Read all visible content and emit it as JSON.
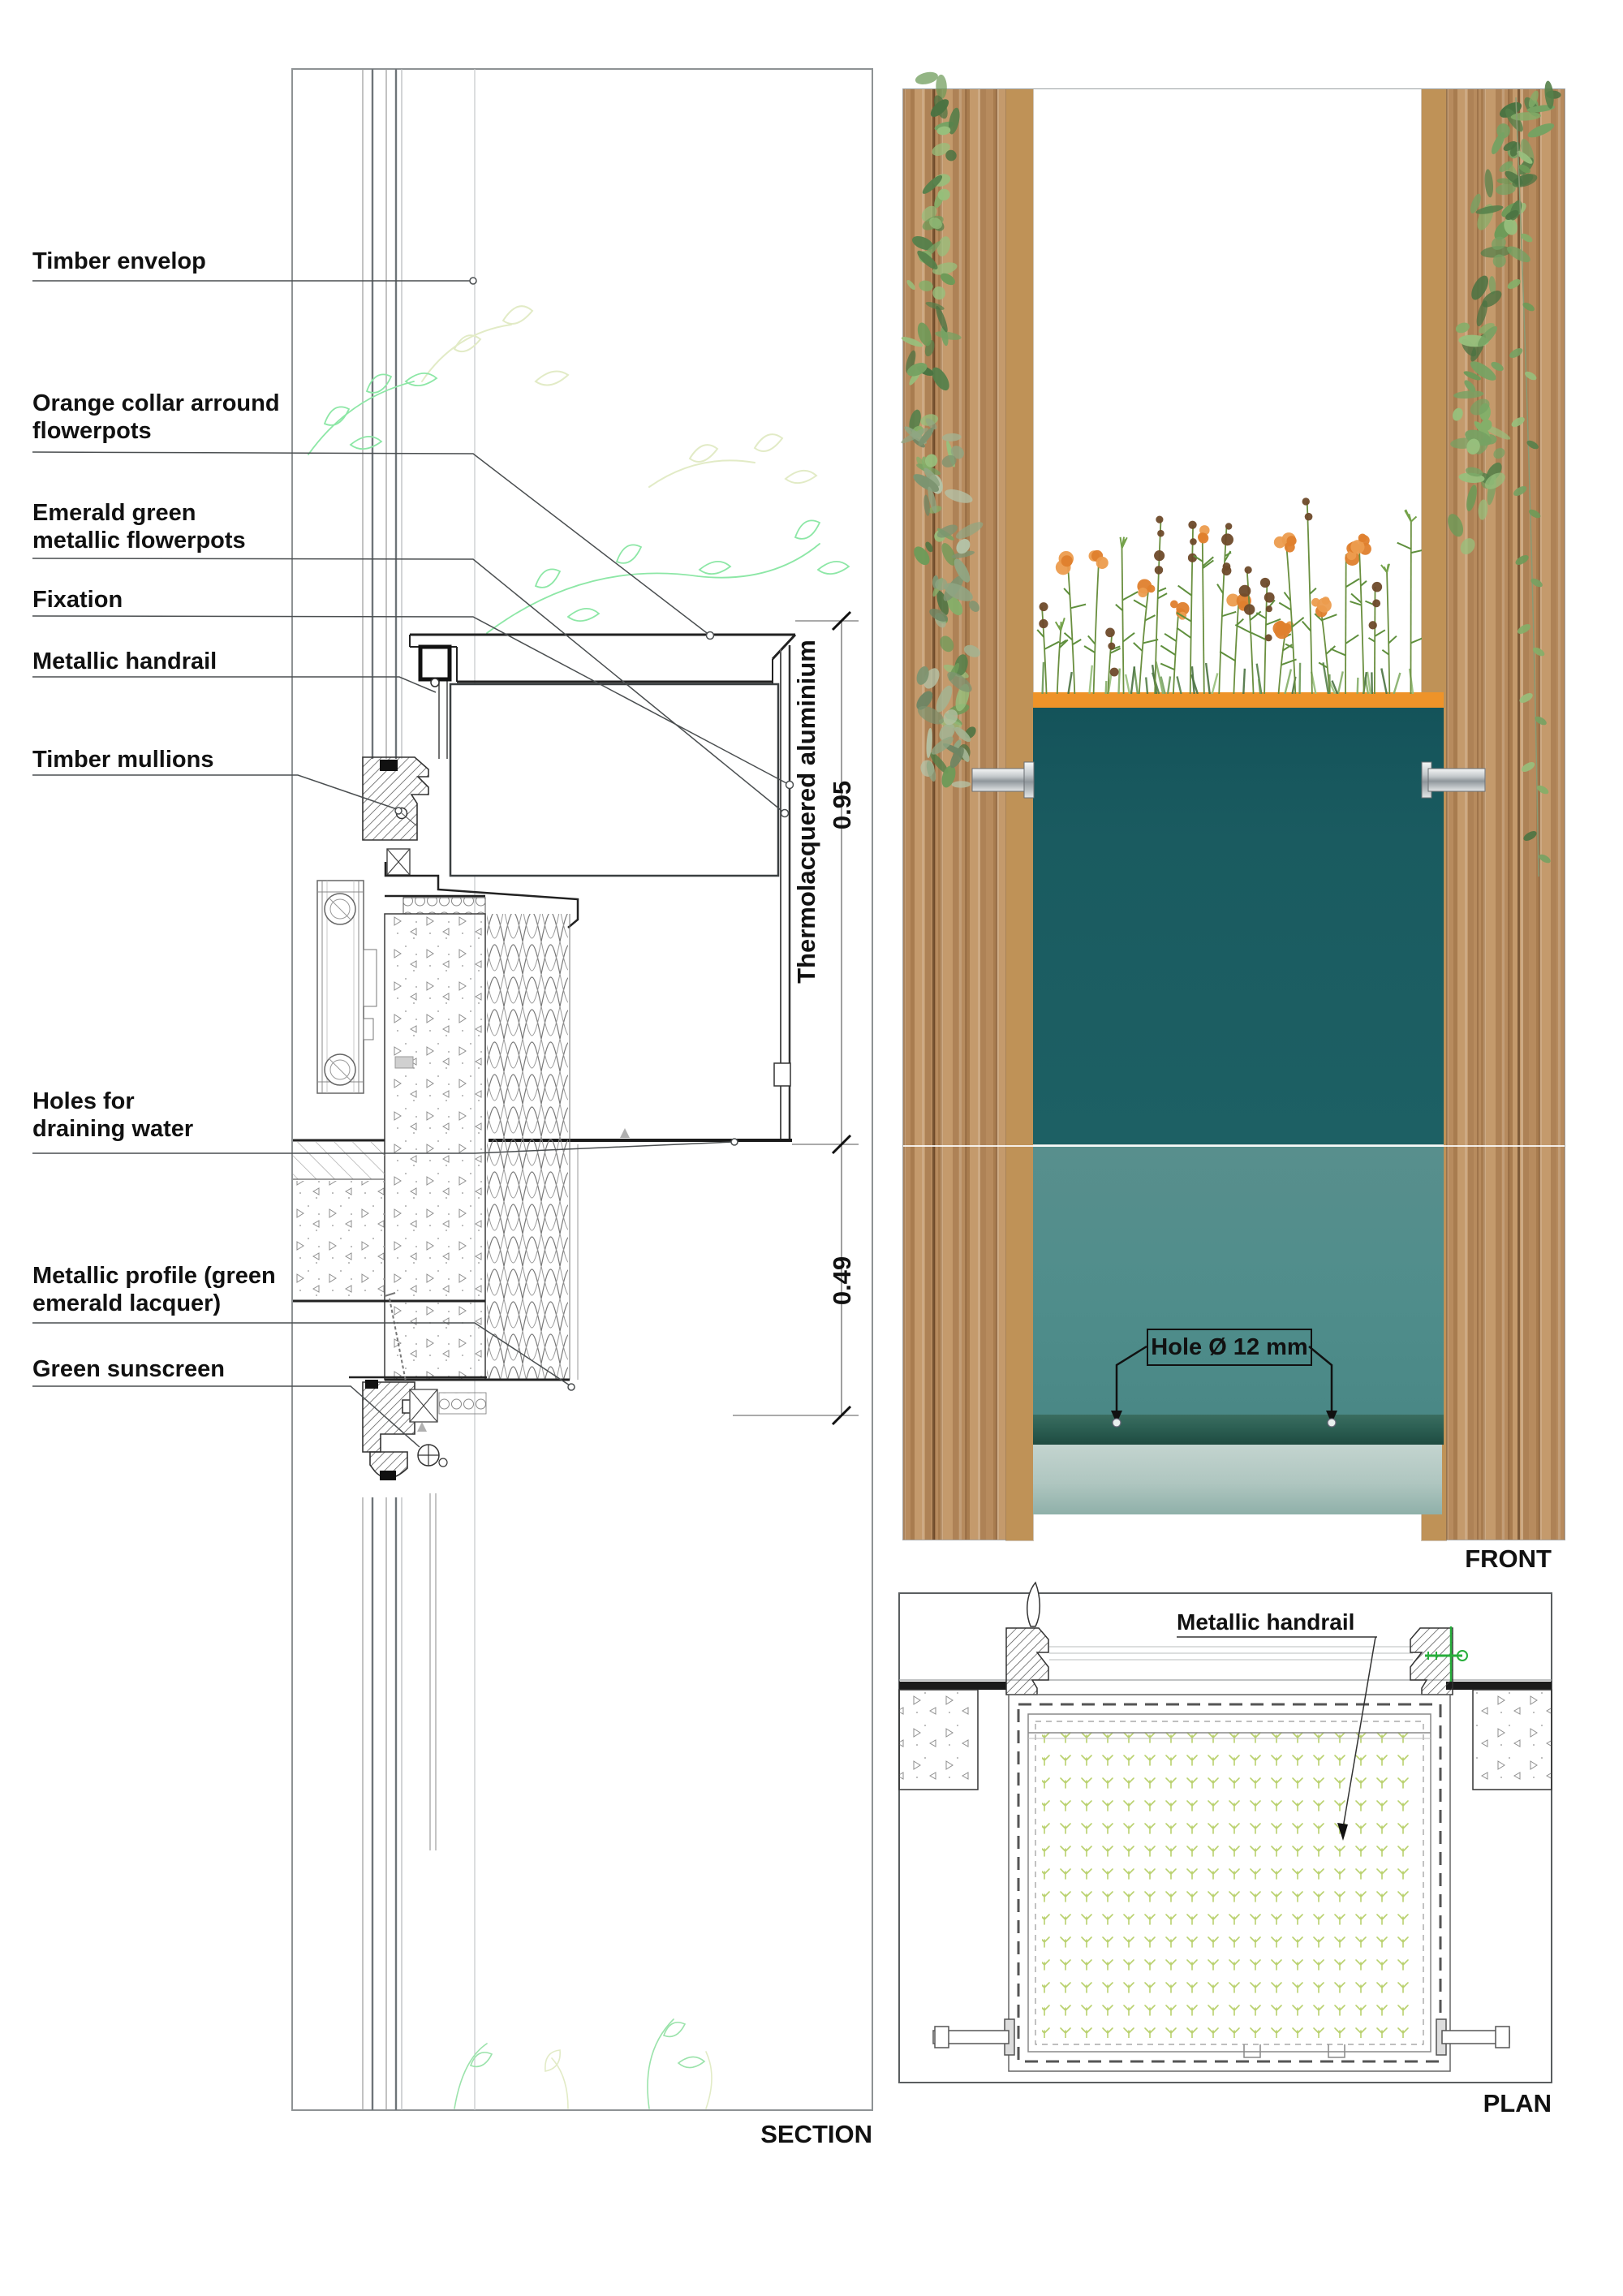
{
  "sheet": {
    "type": "architectural detail drawing"
  },
  "section": {
    "title": "SECTION",
    "labels": {
      "timber_envelop": "Timber envelop",
      "orange_collar": "Orange collar arround flowerpots",
      "emerald_flowerpots": "Emerald green metallic flowerpots",
      "fixation": "Fixation",
      "metallic_handrail": "Metallic handrail",
      "timber_mullions": "Timber mullions",
      "holes_draining": "Holes for draining water",
      "metallic_profile": "Metallic profile (green emerald lacquer)",
      "green_sunscreen": "Green sunscreen"
    },
    "dimensions": {
      "aluminium_text": "Thermolacquered aluminium",
      "upper": "0.95",
      "lower": "0.49"
    }
  },
  "front": {
    "title": "FRONT",
    "hole_label": "Hole Ø 12 mm"
  },
  "plan": {
    "title": "PLAN",
    "handrail_label": "Metallic handrail"
  },
  "colors": {
    "orange": "#EE9329",
    "tealDark": "#1A5B60",
    "tealLight": "#4F8D8B",
    "stripDark": "#2C5F53",
    "tray": "#AFC6C0",
    "tan": "#BF9257",
    "woodA": "#B78B5E",
    "woodB": "#A87C4F",
    "woodC": "#C49A6C",
    "woodD": "#AE8256",
    "accentGreen": "#27AE3B",
    "sketchGreen": "#8DE7A6",
    "sketchPale": "#E2EBC6",
    "sprig": "#B9D16E"
  }
}
